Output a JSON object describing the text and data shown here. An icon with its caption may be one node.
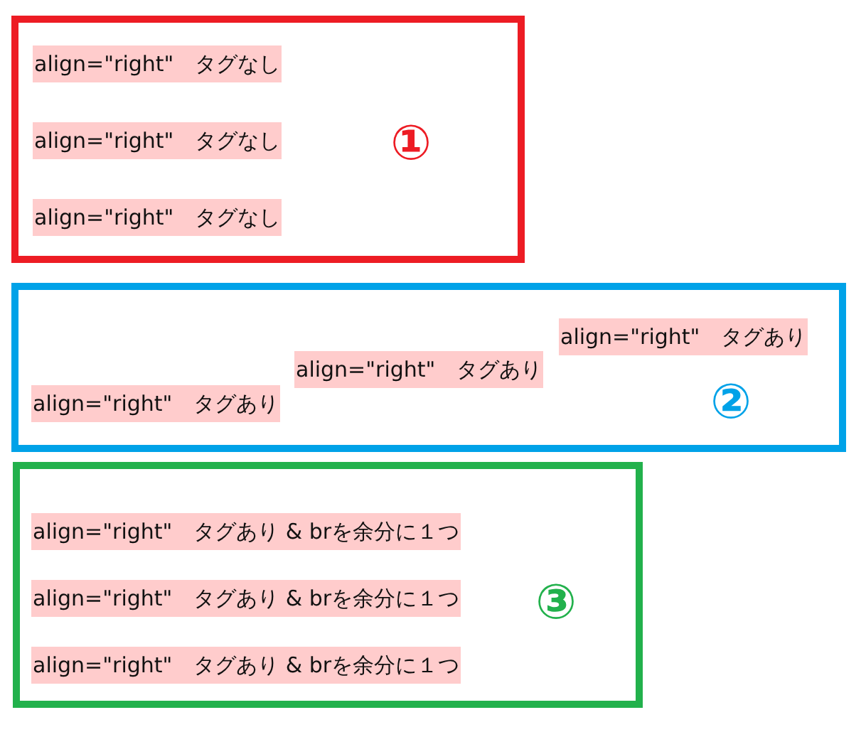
{
  "diagram": {
    "nodes": [
      {
        "text": [
          "①"
        ]
      },
      {
        "text": [
          "align=\"right\"　タグなし"
        ],
        "in": 0
      },
      {
        "text": [
          "align=\"right\"　タグなし"
        ],
        "in": 0
      },
      {
        "text": [
          "align=\"right\"　タグなし"
        ],
        "in": 0
      },
      {
        "text": [
          "②"
        ]
      },
      {
        "text": [
          "align=\"right\"　タグあり"
        ],
        "in": 4
      },
      {
        "text": [
          "align=\"right\"　タグあり"
        ],
        "in": 4
      },
      {
        "text": [
          "align=\"right\"　タグあり"
        ],
        "in": 4
      },
      {
        "text": [
          "③"
        ]
      },
      {
        "text": [
          "align=\"right\"　タグあり & brを余分に１つ"
        ],
        "in": 8
      },
      {
        "text": [
          "align=\"right\"　タグあり & brを余分に１つ"
        ],
        "in": 8
      },
      {
        "text": [
          "align=\"right\"　タグあり & brを余分に１つ"
        ],
        "in": 8
      }
    ]
  }
}
